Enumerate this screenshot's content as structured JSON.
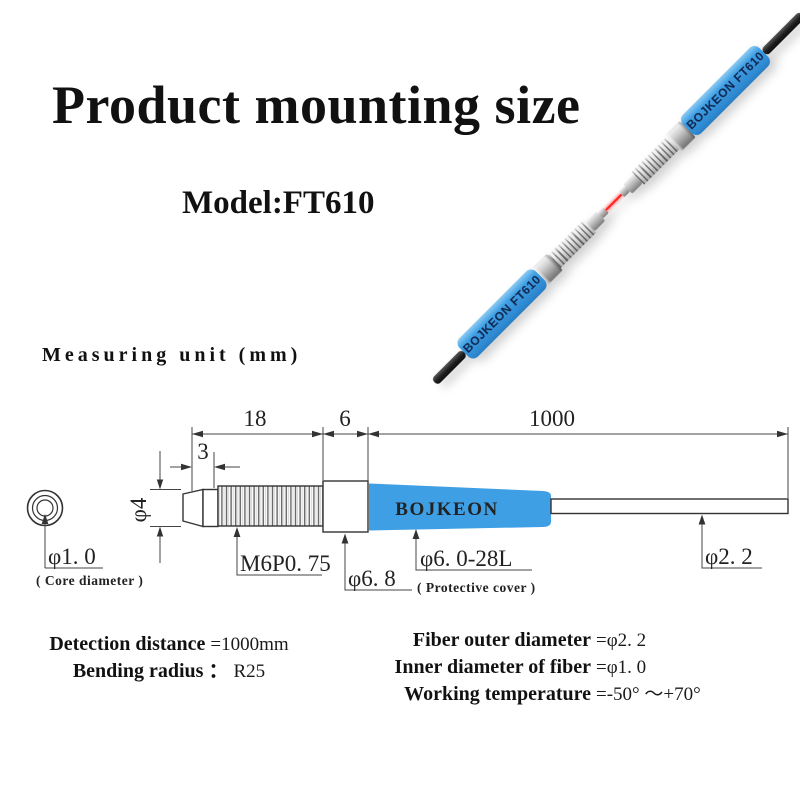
{
  "page": {
    "title": "Product mounting size",
    "model": "Model:FT610",
    "measuring_unit": "Measuring unit (mm)"
  },
  "colors": {
    "blue": "#3f9fe4",
    "beam_red": "#ff2222",
    "label_navy": "#14286b"
  },
  "photo": {
    "sleeve_label": "BOJKEON FT610"
  },
  "drawing": {
    "brand": "BOJKEON",
    "dim_thread_length": "18",
    "dim_nut_length": "6",
    "dim_cable_length": "1000",
    "dim_tip_length": "3",
    "dim_tip_diameter": "φ4",
    "core_diameter": "φ1. 0",
    "core_caption": "( Core diameter )",
    "thread_spec": "M6P0. 75",
    "nut_diameter": "φ6. 8",
    "cover_spec": "φ6. 0-28L",
    "cover_caption": "( Protective cover )",
    "cable_diameter": "φ2. 2"
  },
  "specs": {
    "left": [
      {
        "label": "Detection distance",
        "value": "=1000mm"
      },
      {
        "label": "Bending radius ：",
        "value": "R25"
      }
    ],
    "right": [
      {
        "label": "Fiber outer diameter",
        "value": "=φ2. 2"
      },
      {
        "label": "Inner diameter of fiber",
        "value": "=φ1. 0"
      },
      {
        "label": "Working temperature",
        "value": "=-50° ～+70°"
      }
    ]
  }
}
